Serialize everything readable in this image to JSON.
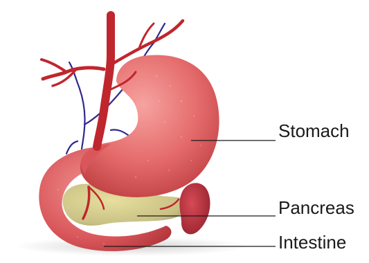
{
  "labels": {
    "stomach": "Stomach",
    "pancreas": "Pancreas",
    "intestine": "Intestine"
  },
  "colors": {
    "stomach": "#e46a6a",
    "artery": "#c0262d",
    "vein": "#2f2a8c",
    "pancreas": "#c9c184",
    "spleen": "#a92a35",
    "leader_line": "#1a1a1a"
  }
}
